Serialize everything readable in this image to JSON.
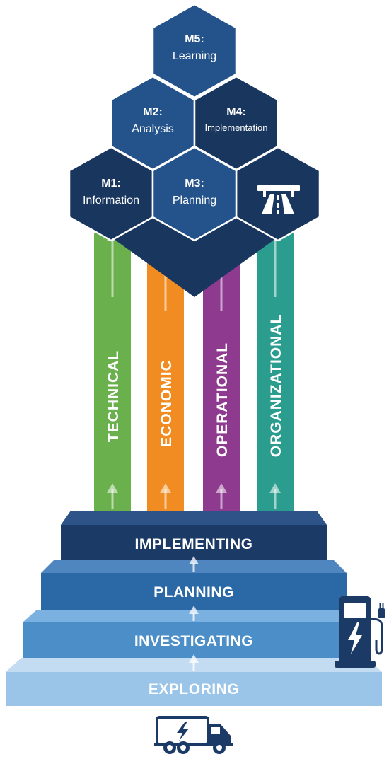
{
  "colors": {
    "hex_dark": "#19365f",
    "hex_mid": "#24528a",
    "hex_line": "#ffffff",
    "technical": "#6ab04c",
    "economic": "#f08c22",
    "operational": "#8e3a8f",
    "organizational": "#2a9d8f",
    "step_implementing": "#1c3a66",
    "step_planning": "#2a68a6",
    "step_investigating": "#4c8ec8",
    "step_exploring": "#9ac4e8",
    "icon": "#1c3a66"
  },
  "hexagons": [
    {
      "id": "m5",
      "title": "M5:",
      "subtitle": "Learning"
    },
    {
      "id": "m2",
      "title": "M2:",
      "subtitle": "Analysis"
    },
    {
      "id": "m4",
      "title": "M4:",
      "subtitle": "Implementation"
    },
    {
      "id": "m1",
      "title": "M1:",
      "subtitle": "Information"
    },
    {
      "id": "m3",
      "title": "M3:",
      "subtitle": "Planning"
    },
    {
      "id": "road",
      "icon": "highway-icon"
    }
  ],
  "pillars": [
    {
      "id": "technical",
      "label": "TECHNICAL"
    },
    {
      "id": "economic",
      "label": "ECONOMIC"
    },
    {
      "id": "operational",
      "label": "OPERATIONAL"
    },
    {
      "id": "organizational",
      "label": "ORGANIZATIONAL"
    }
  ],
  "steps": [
    {
      "id": "implementing",
      "label": "IMPLEMENTING"
    },
    {
      "id": "planning",
      "label": "PLANNING"
    },
    {
      "id": "investigating",
      "label": "INVESTIGATING"
    },
    {
      "id": "exploring",
      "label": "EXPLORING"
    }
  ],
  "icons": {
    "charger": "ev-charger-icon",
    "truck": "electric-truck-icon"
  }
}
